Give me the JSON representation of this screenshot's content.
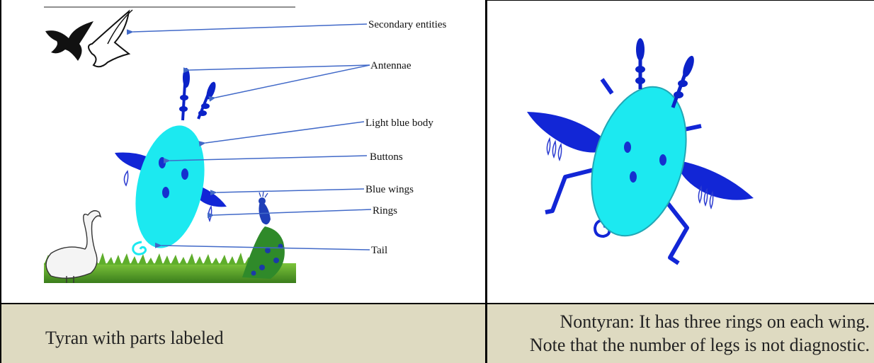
{
  "left_panel": {
    "labels": {
      "secondary": "Secondary entities",
      "antennae": "Antennae",
      "body": "Light blue body",
      "buttons": "Buttons",
      "wings": "Blue wings",
      "rings": "Rings",
      "tail": "Tail"
    }
  },
  "captions": {
    "left": "Tyran with parts labeled",
    "right_line1": "Nontyran: It has three rings on each wing.",
    "right_line2": "Note that the number of legs is not diagnostic."
  },
  "colors": {
    "body": "#1ce9f0",
    "body_stroke": "#22a7b5",
    "wing": "#1226d6",
    "antenna": "#0b22c8",
    "button": "#1530cf",
    "arrow": "#4169c8",
    "caption_bg": "#dedac1",
    "grass": "#4f9a2a"
  }
}
